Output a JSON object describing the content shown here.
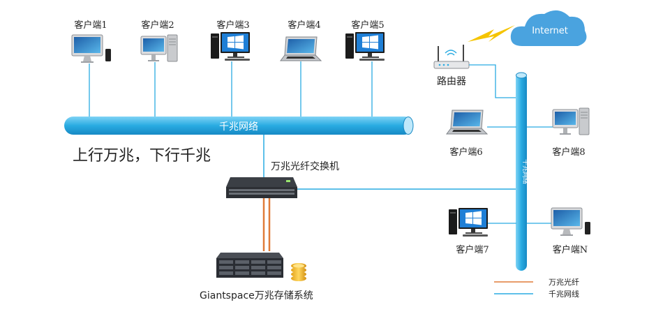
{
  "diagram": {
    "backbone_label": "千兆网络",
    "vertical_backbone_label": "千兆网络",
    "slogan": "上行万兆，下行千兆",
    "switch_label": "万兆光纤交换机",
    "storage_label": "Giantspace万兆存储系统",
    "router_label": "路由器",
    "internet_label": "Internet",
    "top_clients": [
      {
        "label": "客户端1",
        "device": "imac-icon"
      },
      {
        "label": "客户端2",
        "device": "mac-pro-icon"
      },
      {
        "label": "客户端3",
        "device": "windows-pc-icon"
      },
      {
        "label": "客户端4",
        "device": "laptop-icon"
      },
      {
        "label": "客户端5",
        "device": "windows-pc-icon"
      }
    ],
    "right_clients": [
      {
        "label": "客户端6",
        "device": "laptop-icon"
      },
      {
        "label": "客户端8",
        "device": "mac-pro-icon"
      },
      {
        "label": "客户端7",
        "device": "windows-pc-icon"
      },
      {
        "label": "客户端N",
        "device": "imac-icon"
      }
    ],
    "legend": [
      {
        "label": "万兆光纤",
        "color": "#e07b39"
      },
      {
        "label": "千兆网线",
        "color": "#29abe2"
      }
    ],
    "colors": {
      "gigabit_line": "#29abe2",
      "fiber_line": "#e07b39",
      "pipe": "#29abe2",
      "cloud": "#4aa3df",
      "lightning": "#f5c400"
    }
  }
}
